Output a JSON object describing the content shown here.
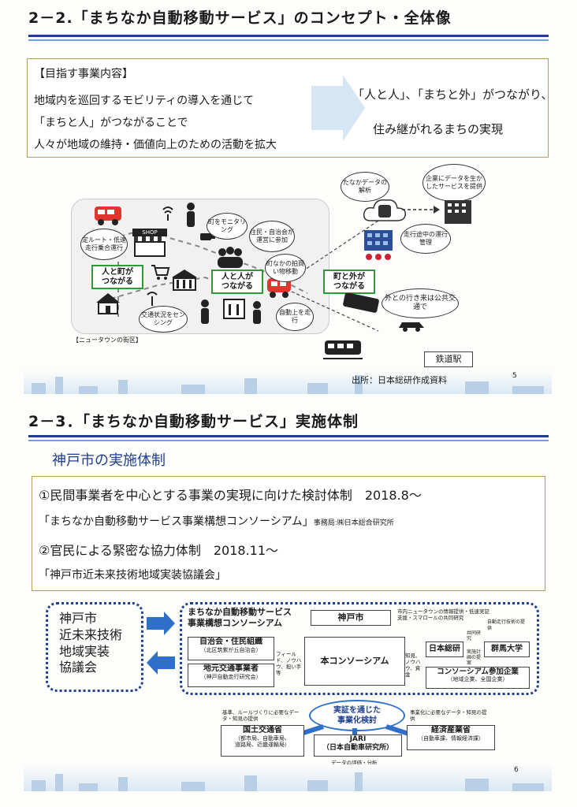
{
  "section1": {
    "title": "2－2.「まちなか自動移動サービス」のコンセプト・全体像",
    "goal_heading": "【目指す事業内容】",
    "goal_lines": [
      "地域内を巡回するモビリティの導入を通じて",
      "「まちと人」がつながることで",
      "人々が地域の維持・価値向上のための活動を拡大"
    ],
    "result_lines": [
      "「人と人」、「まちと外」がつながり、",
      "住み継がれるまちの実現"
    ],
    "diagram": {
      "area_label": "【ニュータウンの街区】",
      "bubbles": {
        "data_analysis": "たなかデータの解析",
        "corporate": "企業にデータを生かしたサービスを提供",
        "route": "定ルート・低速走行乗合運行",
        "town_monitoring": "町をモニタリング",
        "residents": "住民・自治会が運営に参加",
        "shopping": "町なかの拍買い物移動",
        "traffic": "交通状況をセンシング",
        "autonomous": "自動上を走行",
        "driving_data": "走行途中の運行管理",
        "outside": "外との行き来は公共交通で"
      },
      "green_labels": [
        "人と町が\nつながる",
        "人と人が\nつながる",
        "町と外が\nつながる"
      ],
      "shop_sign": "SHOP",
      "station": "鉄道駅",
      "source": "出所：日本総研作成資料"
    },
    "page_number": "5"
  },
  "section2": {
    "title": "2－3．「まちなか自動移動サービス」実施体制",
    "subtitle": "神戸市の実施体制",
    "item1": "①民間事業者を中心とする事業の実現に向けた検討体制　2018.8～",
    "item1_sub": "「まちなか自動移動サービス事業構想コンソーシアム」",
    "item1_note": "事務局:㈱日本総合研究所",
    "item2": "②官民による緊密な協力体制　2018.11～",
    "item2_sub": "「神戸市近未来技術地域実装協議会」",
    "org": {
      "council": "神戸市\n近未来技術\n地域実装\n協議会",
      "consortium_title": "まちなか自動移動サービス\n事業構想コンソーシアム",
      "kobe_city": "神戸市",
      "kobe_note": "市内ニュータウンの情報提供・低速実証支援・スマロールの共同研究",
      "jiikai": "自治会・住民組織",
      "jiikai_sub": "（北区筑紫が丘自治会）",
      "local_transport": "地元交通事業者",
      "local_sub": "（神戸自動走行研究会）",
      "left_arrow_note": "フィールド、ノウハウ、担い手等",
      "main": "本コンソーシアム",
      "right_arrow_note": "知見、ノウハウ、資金",
      "nihon_soken": "日本総研",
      "nihon_note": "共同研究",
      "gunma": "群馬大学",
      "gunma_note": "自動走行技術の提供",
      "proposal_note": "実施計画の提案",
      "members": "コンソーシアム参加企業",
      "members_sub": "（地域企業、全国企業）",
      "verification": "実証を通じた\n事業化検討",
      "mlit": "国土交通省",
      "mlit_sub": "（都市局、自動車局、\n道路局、近畿運輸局）",
      "mlit_note": "基準、ルールづくりに必要なデータ・知見の提供",
      "meti": "経済産業省",
      "meti_sub": "（自動車課、情報経済課）",
      "meti_note": "事業化に必要なデータ・知見の提供",
      "jari": "JARI\n（日本自動車研究所）",
      "jari_note": "データの評価・分析"
    },
    "page_number": "6"
  },
  "colors": {
    "accent": "#1f3f8c",
    "arrow": "#2e6fc9",
    "green": "#2f9a3a",
    "box_border": "#b89a5a"
  }
}
